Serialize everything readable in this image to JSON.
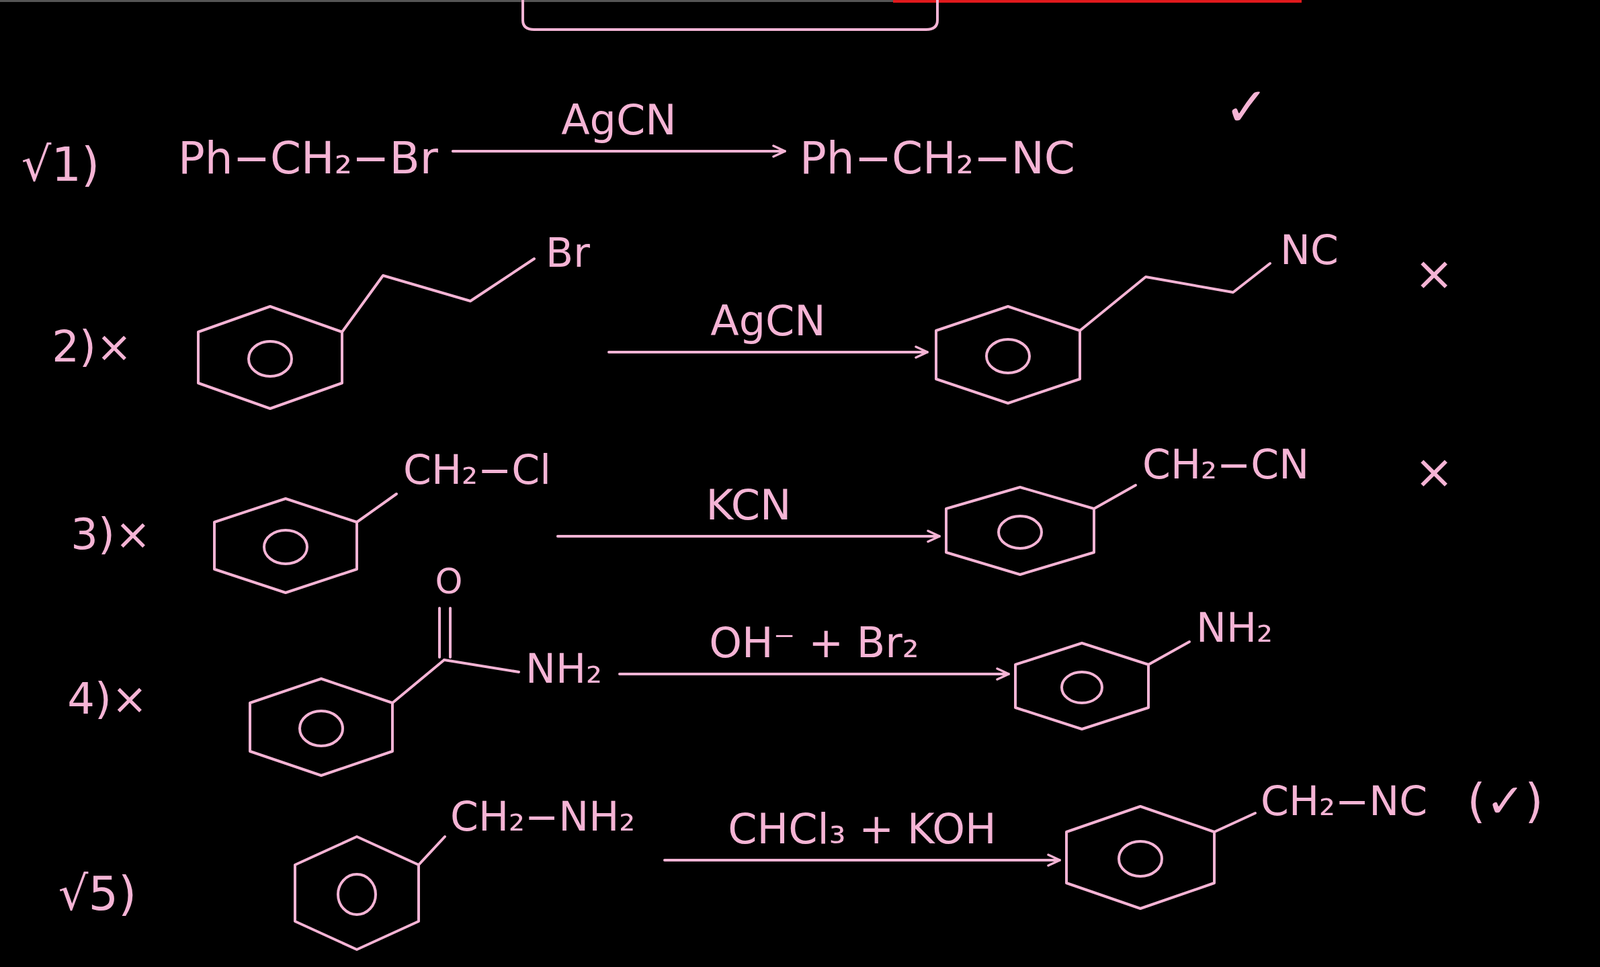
{
  "diagram": {
    "nodes": [
      {
        "text": [
          "Ph−CH₂−Br"
        ]
      },
      {
        "text": [
          "Ph−CH₂−NC"
        ]
      },
      {
        "text": [
          "Br"
        ]
      },
      {
        "text": [
          "NC"
        ]
      },
      {
        "text": [
          "CH₂−Cl"
        ]
      },
      {
        "text": [
          "CH₂−CN"
        ]
      },
      {
        "text": [
          "NH₂"
        ]
      },
      {
        "text": [
          "NH₂"
        ]
      },
      {
        "text": [
          "CH₂−NH₂"
        ]
      },
      {
        "text": [
          "CH₂−NC"
        ]
      }
    ],
    "edges": [
      {
        "from": 0,
        "to": 1,
        "arrow": "to",
        "label": "AgCN"
      },
      {
        "from": 2,
        "to": 3,
        "arrow": "to",
        "label": "AgCN"
      },
      {
        "from": 4,
        "to": 5,
        "arrow": "to",
        "label": "KCN"
      },
      {
        "from": 6,
        "to": 7,
        "arrow": "to",
        "label": "OH⁻ + Br₂"
      },
      {
        "from": 8,
        "to": 9,
        "arrow": "to",
        "label": "CHCl₃ + KOH"
      }
    ],
    "labels": [
      "√1)",
      "✓",
      "2)×",
      "×",
      "3)×",
      "×",
      "4)×",
      "O",
      "√5)",
      "(✓)"
    ]
  }
}
